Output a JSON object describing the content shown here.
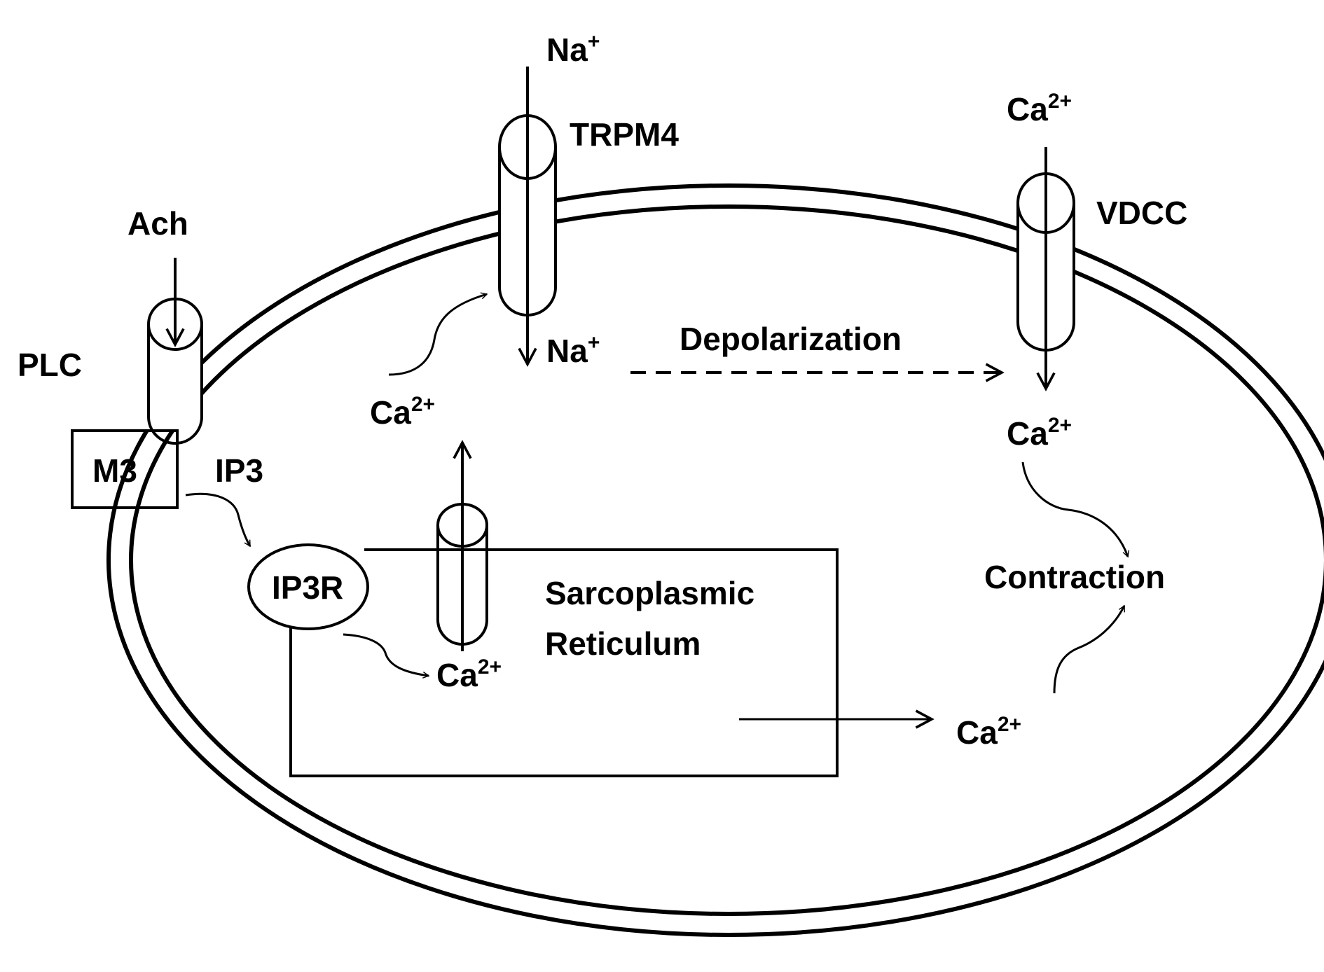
{
  "labels": {
    "na_top": "Na",
    "na_top_sup": "+",
    "trpm4": "TRPM4",
    "ca_vdcc_top": "Ca",
    "ca_vdcc_top_sup": "2+",
    "vdcc": "VDCC",
    "ach": "Ach",
    "plc": "PLC",
    "na_in": "Na",
    "na_in_sup": "+",
    "depolarization": "Depolarization",
    "ca_to_trpm4": "Ca",
    "ca_to_trpm4_sup": "2+",
    "ca_vdcc_in": "Ca",
    "ca_vdcc_in_sup": "2+",
    "m3": "M3",
    "ip3": "IP3",
    "ip3r": "IP3R",
    "sarcoplasmic": "Sarcoplasmic",
    "reticulum": "Reticulum",
    "contraction": "Contraction",
    "ca_sr_inner": "Ca",
    "ca_sr_inner_sup": "2+",
    "ca_sr_out": "Ca",
    "ca_sr_out_sup": "2+"
  }
}
